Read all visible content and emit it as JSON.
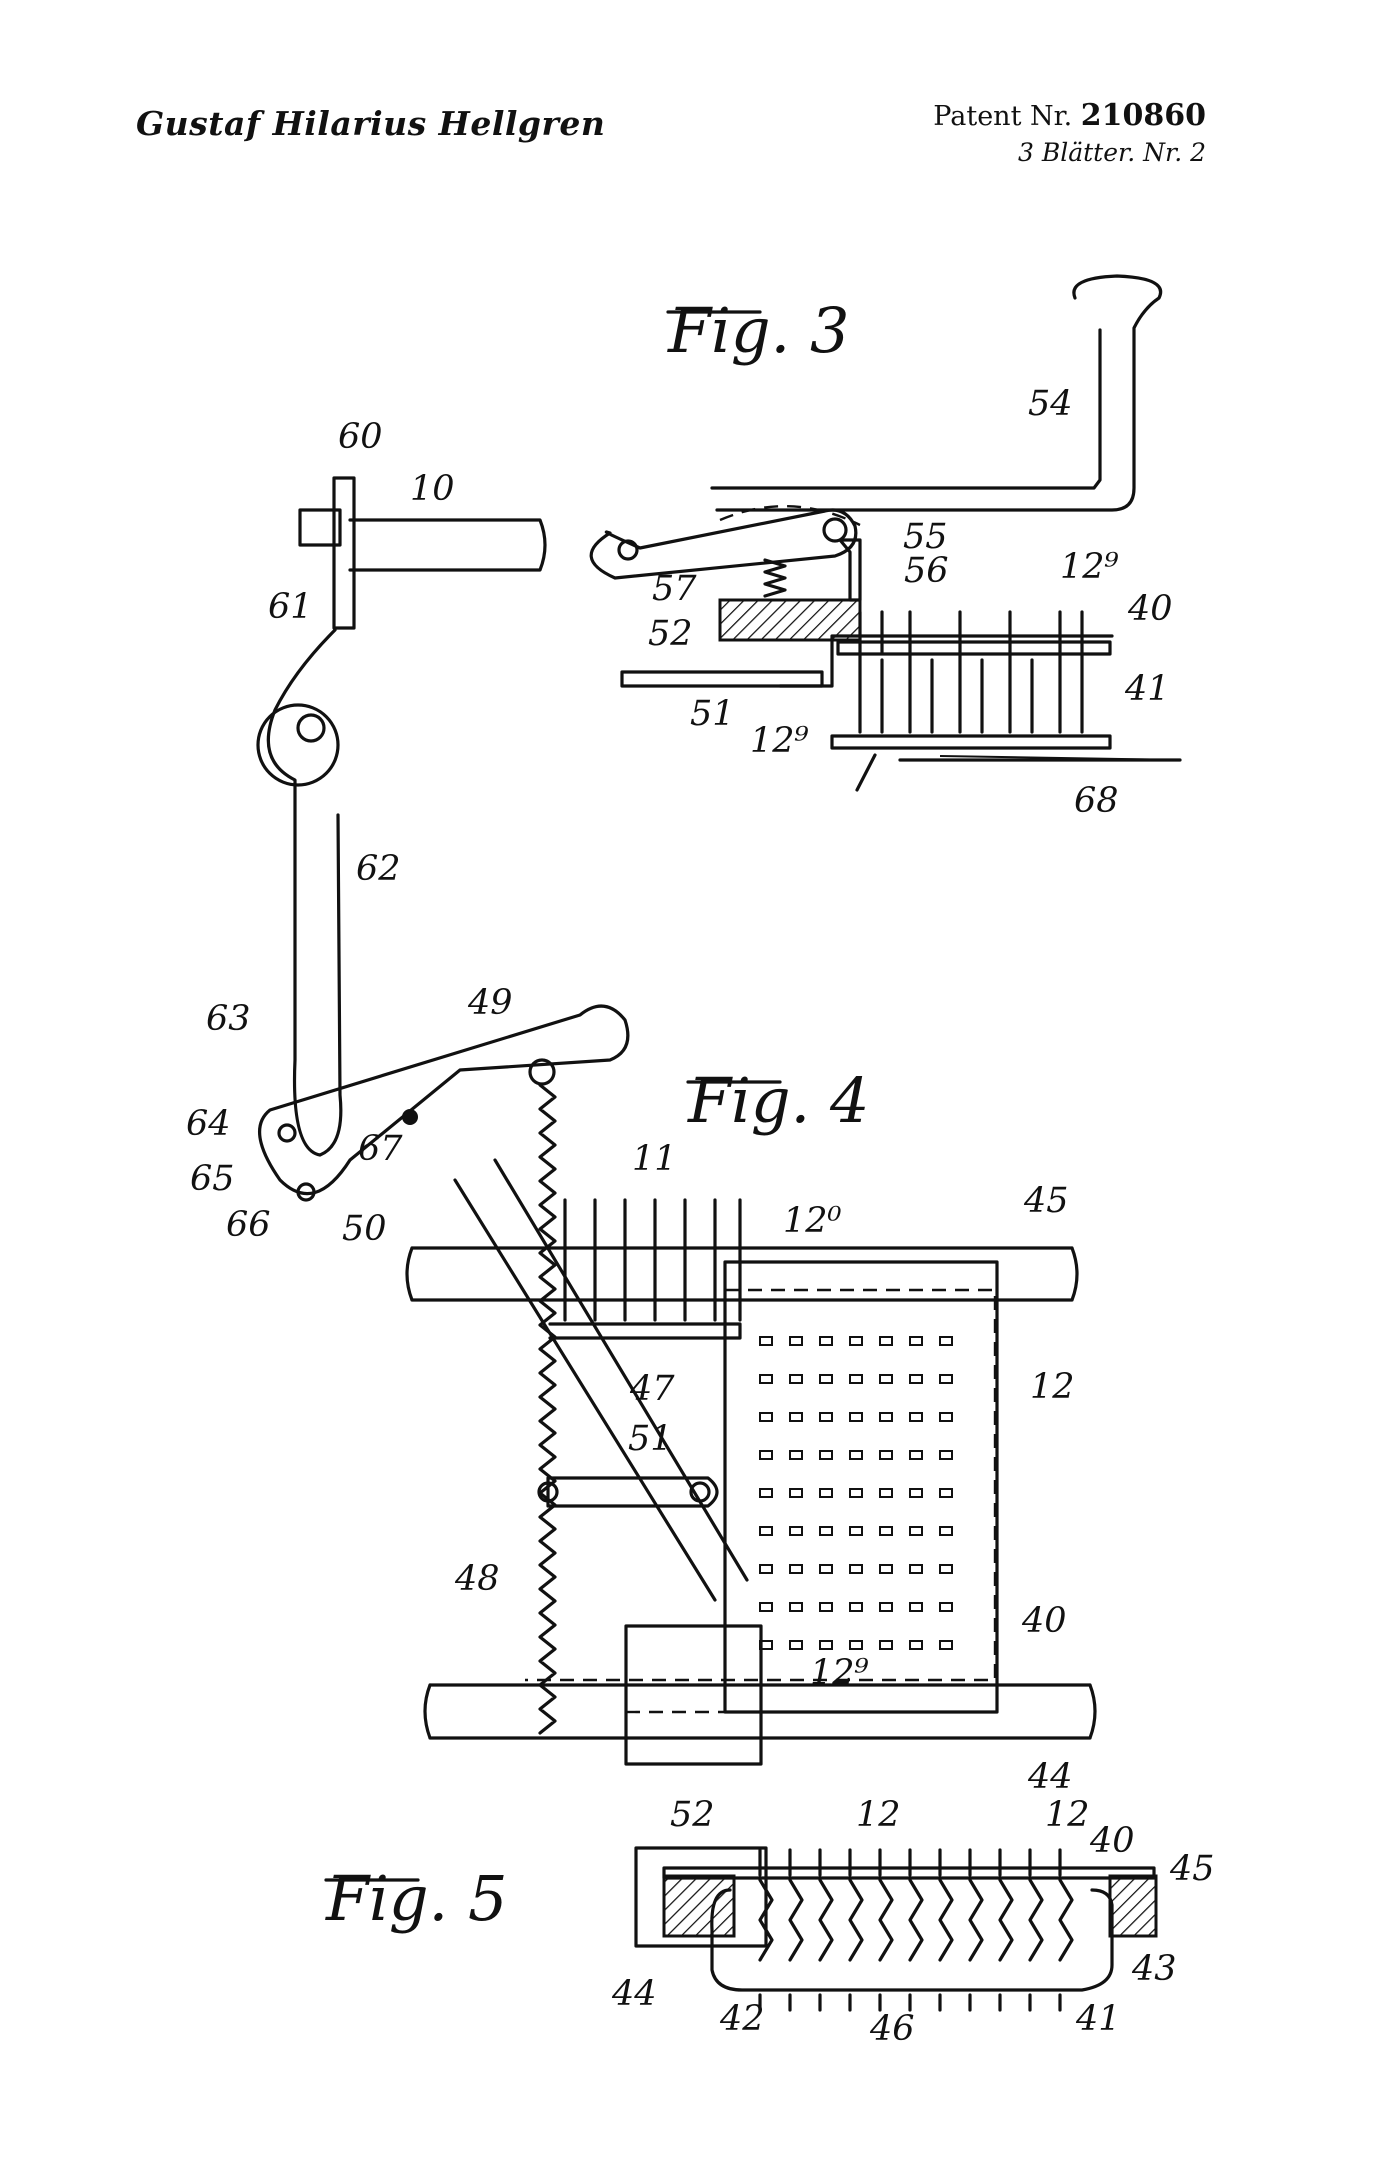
{
  "header": {
    "inventor": "Gustaf Hilarius Hellgren",
    "patent_prefix": "Patent Nr.",
    "patent_number": "210860",
    "sheets": "3 Blätter. Nr. 2"
  },
  "figures": {
    "fig3": "Fig. 3",
    "fig4": "Fig. 4",
    "fig5": "Fig. 5"
  },
  "labels": {
    "l10": "10",
    "l60": "60",
    "l61": "61",
    "l62": "62",
    "l63": "63",
    "l64": "64",
    "l65": "65",
    "l66": "66",
    "l67": "67",
    "l49": "49",
    "l50": "50",
    "l11": "11",
    "l47": "47",
    "l51": "51",
    "l48": "48",
    "l45": "45",
    "l120": "12⁰",
    "l12": "12",
    "l40": "40",
    "l129": "12⁹",
    "l44": "44",
    "l52": "52",
    "f3_54": "54",
    "f3_55": "55",
    "f3_56": "56",
    "f3_57": "57",
    "f3_52": "52",
    "f3_51": "51",
    "f3_129a": "12⁹",
    "f3_129b": "12⁹",
    "f3_40": "40",
    "f3_41": "41",
    "f3_68": "68",
    "f5_52": "52",
    "f5_12a": "12",
    "f5_12b": "12",
    "f5_40": "40",
    "f5_45": "45",
    "f5_43": "43",
    "f5_41": "41",
    "f5_46": "46",
    "f5_42": "42",
    "f5_44": "44"
  }
}
